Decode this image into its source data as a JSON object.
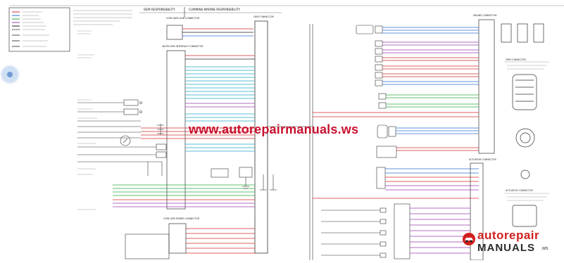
{
  "watermark": "www.autorepairmanuals.ws",
  "logo": {
    "line1": "autorepair",
    "line2": "MANUALS",
    "suffix": ".ws"
  },
  "header": {
    "left": "OEM RESPONSIBILITY",
    "right": "CUMMINS MARINE RESPONSIBILITY"
  },
  "connectors": {
    "c9pin": "9-PIN DATA LINK CONNECTOR",
    "c48pin": "48-PIN OEM INTERFACE CONNECTOR",
    "oem_conn": "OEM CONNECTOR",
    "engine_conn": "ENGINE CONNECTOR",
    "c4pin": "4-PIN OEM POWER CONNECTOR",
    "actuator_conn": "ACTUATOR CONNECTOR"
  },
  "right_labels": [
    "OEM CONNECTOR",
    "VIEW OF HARNESS CONNECTOR MATING FACE",
    "ACTUATOR CONNECTOR",
    "VIEW OF HARNESS CONNECTOR MATING FACE"
  ],
  "colors": {
    "red": "#d42b2b",
    "blue": "#2d6fd0",
    "green": "#2faa3c",
    "purple": "#9a3bb0",
    "cyan": "#29a6c9",
    "brown": "#8a5a2b",
    "black": "#222222"
  },
  "nav_icon": "navigation-dot-icon"
}
